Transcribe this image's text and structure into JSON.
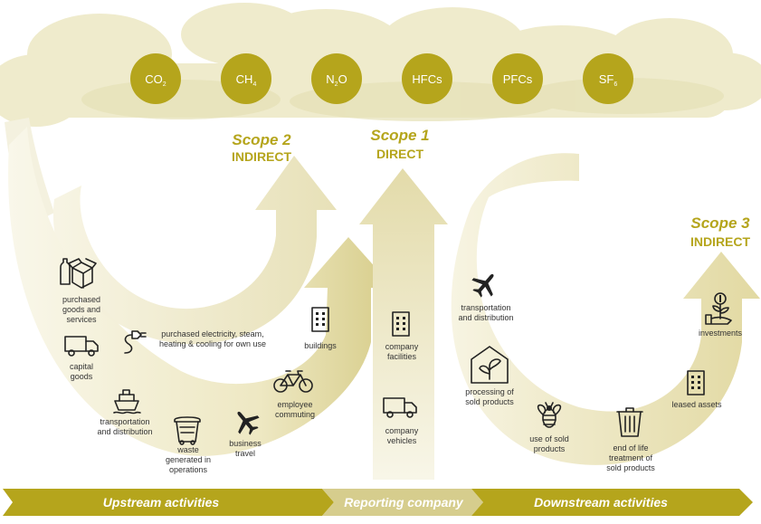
{
  "colors": {
    "accent": "#b5a51c",
    "gas_circle": "#b5a51c",
    "cloud": "#ece8c4",
    "cloud_light": "#f2efd6",
    "band_dark": "#b5a51c",
    "band_light": "#d4ca8a",
    "text": "#333333"
  },
  "gases": [
    {
      "base": "CO",
      "sub": "2"
    },
    {
      "base": "CH",
      "sub": "4"
    },
    {
      "base": "N",
      "sub": "2",
      "tail": "O"
    },
    {
      "base": "HFCs",
      "sub": ""
    },
    {
      "base": "PFCs",
      "sub": ""
    },
    {
      "base": "SF",
      "sub": "6"
    }
  ],
  "scopes": {
    "scope2": {
      "title": "Scope 2",
      "subtitle": "INDIRECT"
    },
    "scope1": {
      "title": "Scope 1",
      "subtitle": "DIRECT"
    },
    "scope3": {
      "title": "Scope 3",
      "subtitle": "INDIRECT"
    }
  },
  "upstream": {
    "purchased_goods": [
      "purchased",
      "goods and",
      "services"
    ],
    "capital_goods": [
      "capital",
      "goods"
    ],
    "transportation": [
      "transportation",
      "and distribution"
    ],
    "waste": [
      "waste",
      "generated in",
      "operations"
    ],
    "business_travel": [
      "business",
      "travel"
    ],
    "employee_commuting": [
      "employee",
      "commuting"
    ],
    "buildings": [
      "buildings"
    ],
    "electricity": [
      "purchased electricity, steam,",
      "heating & cooling for own use"
    ]
  },
  "reporting": {
    "facilities": [
      "company",
      "facilities"
    ],
    "vehicles": [
      "company",
      "vehicles"
    ]
  },
  "downstream": {
    "transportation": [
      "transportation",
      "and distribution"
    ],
    "processing": [
      "processing of",
      "sold products"
    ],
    "use": [
      "use of sold",
      "products"
    ],
    "end_of_life": [
      "end of life",
      "treatment of",
      "sold products"
    ],
    "leased_assets": [
      "leased assets"
    ],
    "investments": [
      "investments"
    ]
  },
  "band": {
    "upstream": "Upstream activities",
    "reporting": "Reporting company",
    "downstream": "Downstream activities"
  },
  "icons": [
    "bottle-box-icon",
    "truck-icon",
    "ship-icon",
    "trash-bin-icon",
    "airplane-icon",
    "bicycle-icon",
    "building-icon",
    "plug-icon",
    "greenhouse-icon",
    "bee-icon",
    "waste-bin-icon",
    "money-plant-icon"
  ]
}
